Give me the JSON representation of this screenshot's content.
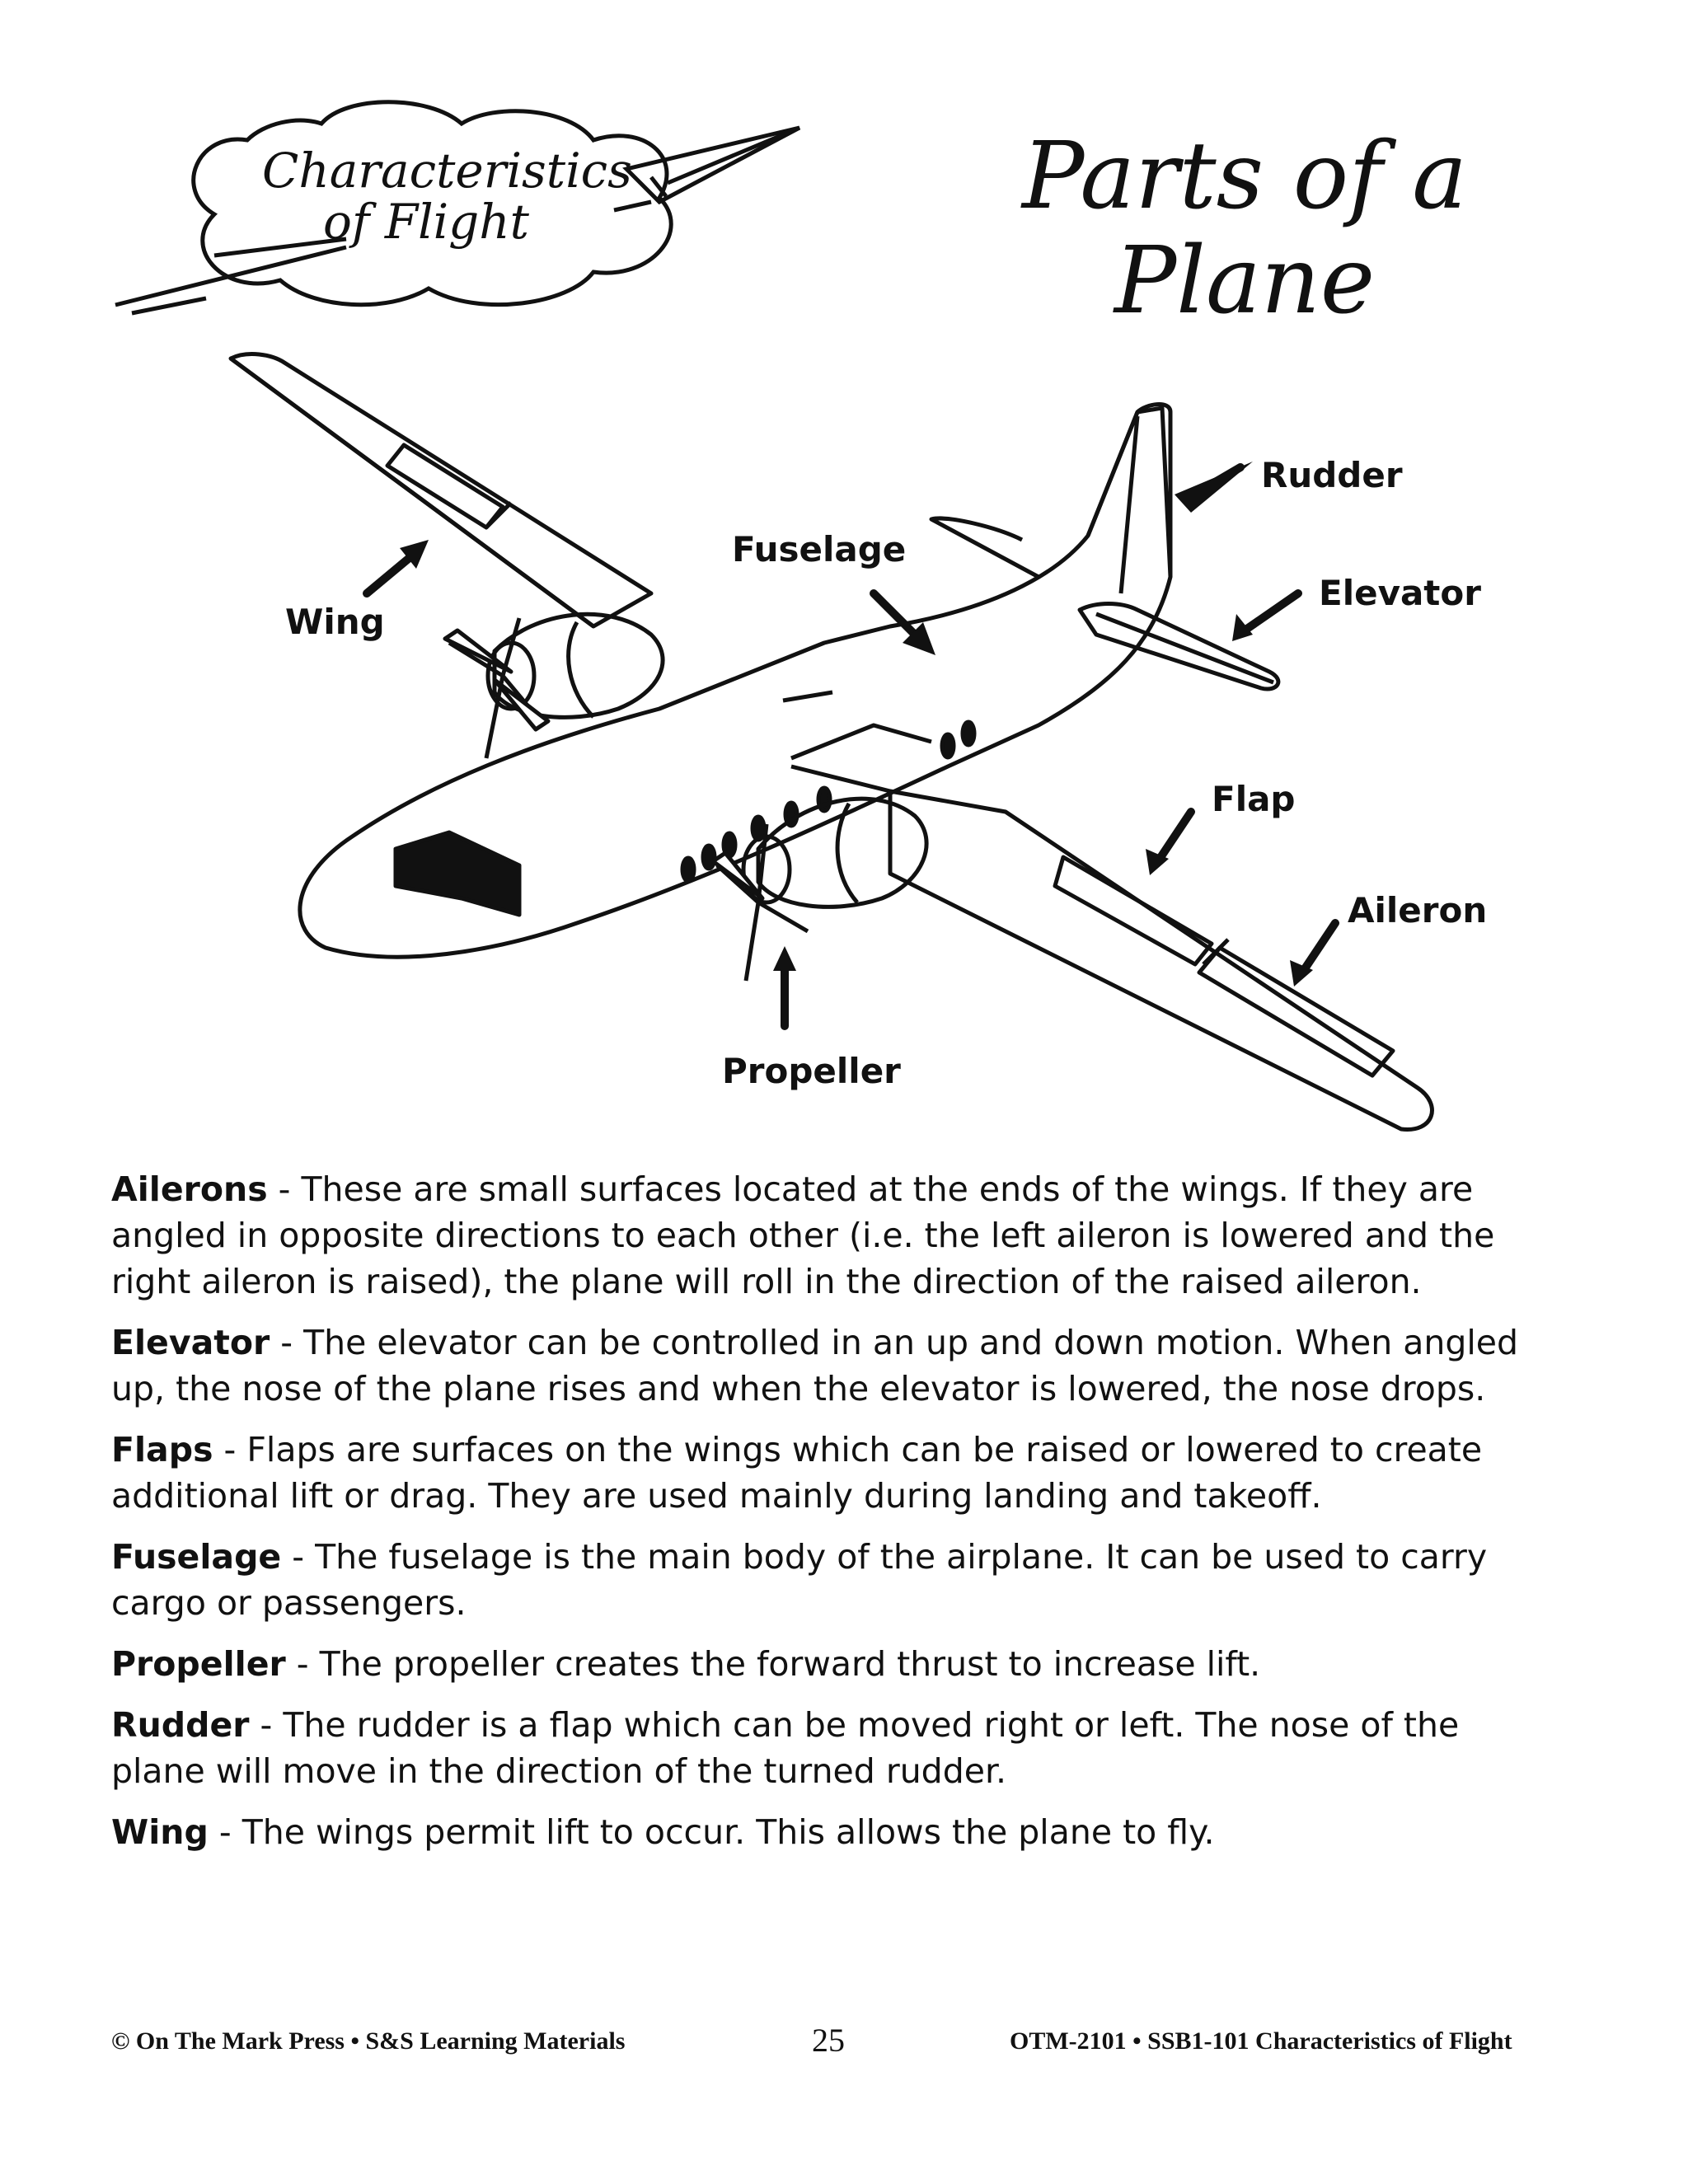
{
  "logo": {
    "line1": "Characteristics",
    "line2": "of Flight"
  },
  "title": {
    "line1": "Parts of a",
    "line2": "Plane"
  },
  "labels": {
    "rudder": "Rudder",
    "fuselage": "Fuselage",
    "elevator": "Elevator",
    "wing": "Wing",
    "flap": "Flap",
    "aileron": "Aileron",
    "propeller": "Propeller"
  },
  "definitions": [
    {
      "term": "Ailerons",
      "text": " - These are small surfaces located at the ends of the wings.  If they are angled in opposite directions to each other (i.e. the left aileron is lowered and the right aileron is raised), the plane will roll in the direction of the raised aileron."
    },
    {
      "term": "Elevator",
      "text": " - The elevator can be controlled in an up and down motion.  When angled up, the nose of the plane rises and when the elevator is lowered, the nose drops."
    },
    {
      "term": "Flaps",
      "text": " - Flaps are surfaces on the wings which can be raised or lowered to create additional lift or drag.  They are used mainly during landing and takeoff."
    },
    {
      "term": "Fuselage",
      "text": " - The fuselage is the main body of the airplane.  It can be used to carry cargo or passengers."
    },
    {
      "term": "Propeller",
      "text": " - The propeller creates the forward thrust to increase lift."
    },
    {
      "term": "Rudder",
      "text": " - The rudder is a flap which can be moved right or left.  The nose of the plane will move in the direction of the turned rudder."
    },
    {
      "term": "Wing",
      "text": " - The wings permit lift to occur.  This allows the plane to fly."
    }
  ],
  "footer": {
    "left": "© On The Mark Press • S&S Learning Materials",
    "page": "25",
    "right": "OTM-2101 • SSB1-101 Characteristics of Flight"
  }
}
